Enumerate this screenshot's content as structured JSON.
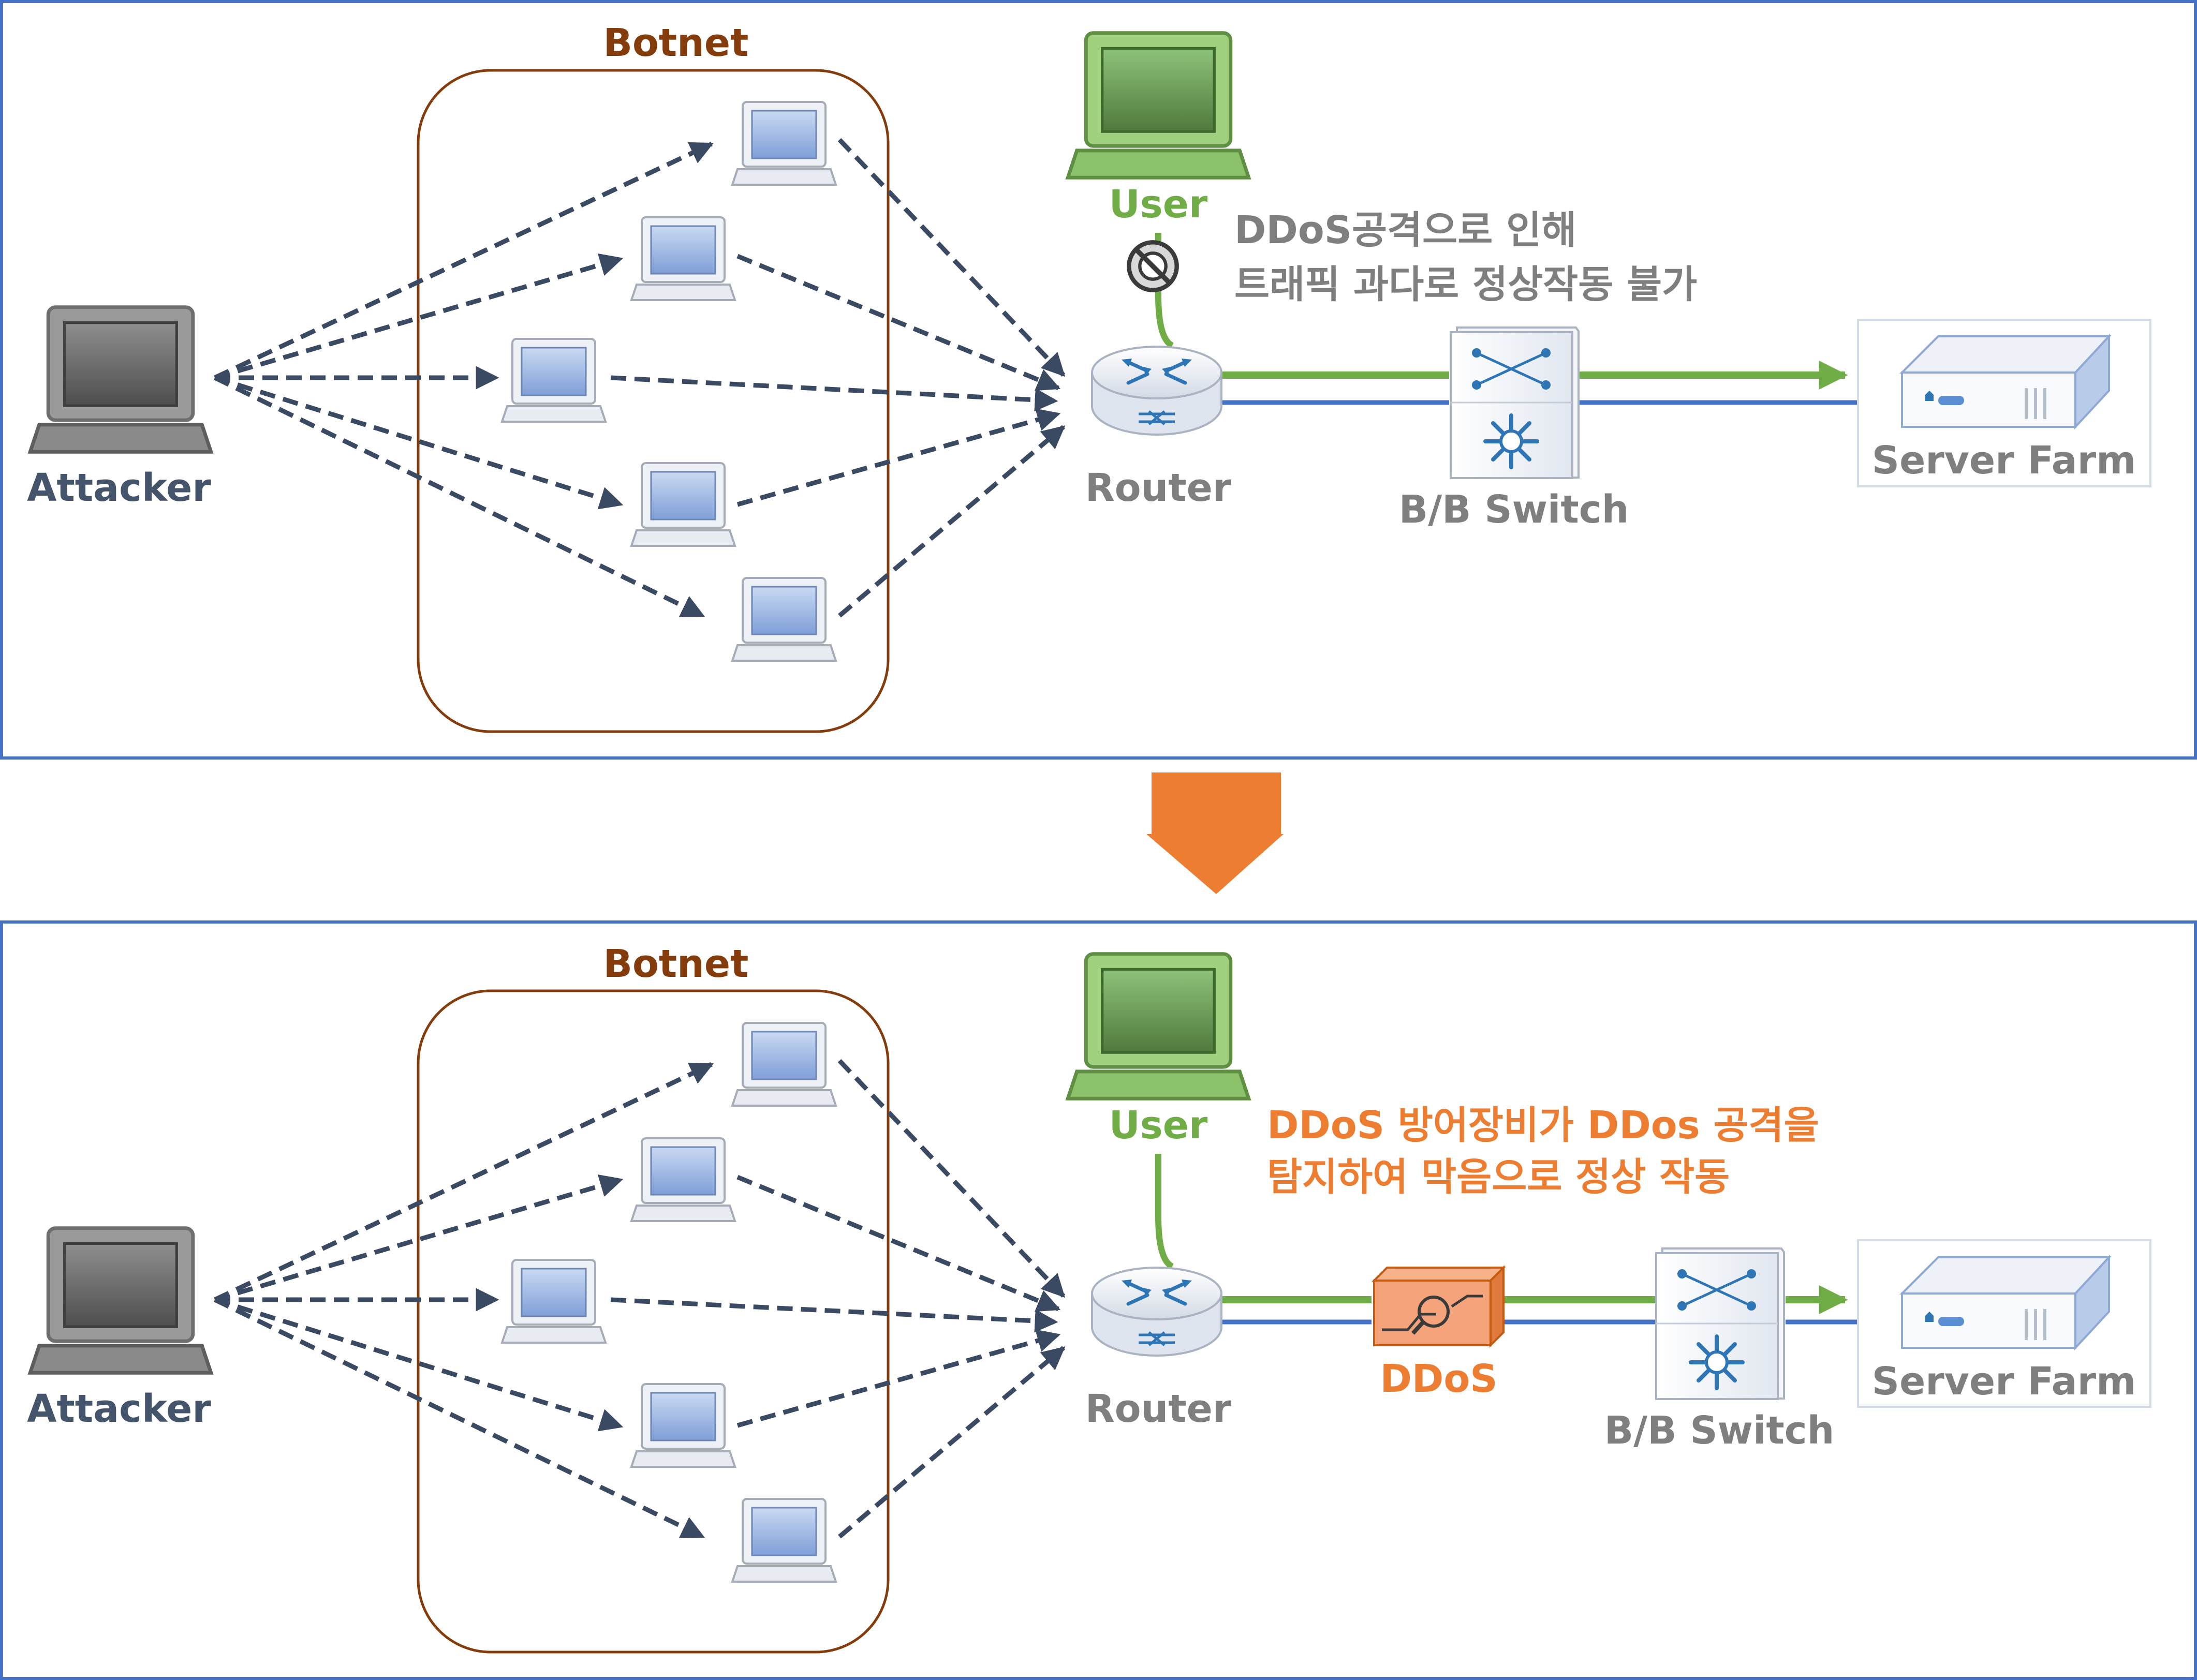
{
  "top_panel": {
    "botnet_label": "Botnet",
    "attacker_label": "Attacker",
    "user_label": "User",
    "router_label": "Router",
    "switch_label": "B/B Switch",
    "server_label": "Server Farm",
    "note_line1": "DDoS공격으로 인해",
    "note_line2": "트래픽 과다로 정상작동 불가"
  },
  "bottom_panel": {
    "botnet_label": "Botnet",
    "attacker_label": "Attacker",
    "user_label": "User",
    "router_label": "Router",
    "ddos_label": "DDoS",
    "switch_label": "B/B Switch",
    "server_label": "Server Farm",
    "note_line1": "DDoS 방어장비가 DDos 공격을",
    "note_line2": "탐지하여 막음으로 정상 작동"
  },
  "colors": {
    "frame": "#4472c4",
    "botnet": "#843c0c",
    "attack_arrow": "#3b4a63",
    "user_green": "#70ad47",
    "traffic_blue": "#4472c4",
    "gray_text": "#7f7f7f",
    "orange": "#ed7d31",
    "navy_text": "#44546a",
    "device_blue": "#2e75b6"
  },
  "icons": [
    "laptop-icon",
    "router-icon",
    "switch-icon",
    "server-icon",
    "blocked-icon",
    "ddos-device-icon",
    "down-arrow-icon"
  ]
}
